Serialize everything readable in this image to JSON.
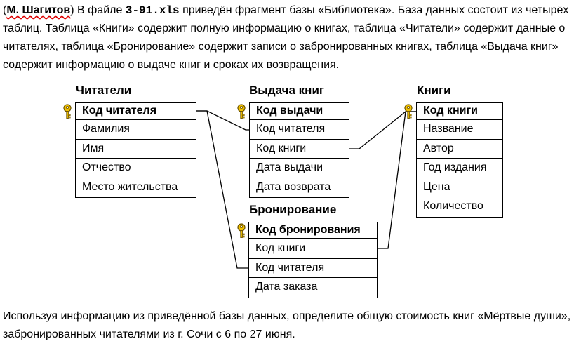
{
  "intro": {
    "open_paren": "(",
    "author": "М. Шагитов",
    "before_file": ") В файле ",
    "file": "3-91.xls",
    "after_file": " приведён фрагмент базы «Библиотека». База данных состоит из четырёх таблиц. Таблица «Книги» содержит полную информацию о книгах, таблица «Читатели» содержит данные о читателях,  таблица «Бронирование» содержит записи о забронированных книгах, таблица «Выдача книг» содержит информацию о выдаче книг и сроках их возвращения."
  },
  "tables": {
    "readers": {
      "title": "Читатели",
      "pk": "Код читателя",
      "fields": [
        "Фамилия",
        "Имя",
        "Отчество",
        "Место жительства"
      ]
    },
    "issue": {
      "title": "Выдача книг",
      "pk": "Код выдачи",
      "fields": [
        "Код читателя",
        "Код книги",
        "Дата выдачи",
        "Дата возврата"
      ]
    },
    "books": {
      "title": "Книги",
      "pk": "Код книги",
      "fields": [
        "Название",
        "Автор",
        "Год издания",
        "Цена",
        "Количество"
      ]
    },
    "booking": {
      "title": "Бронирование",
      "pk": "Код бронирования",
      "fields": [
        "Код книги",
        "Код читателя",
        "Дата заказа"
      ]
    }
  },
  "question": "Используя информацию из приведённой базы данных, определите общую стоимость книг «Мёртвые души», забронированных читателями из г. Сочи с 6 по 27 июня.",
  "colors": {
    "key_fill": "#f2c200",
    "key_stroke": "#6b5200"
  },
  "icons": {
    "primary_key": "key-icon"
  }
}
